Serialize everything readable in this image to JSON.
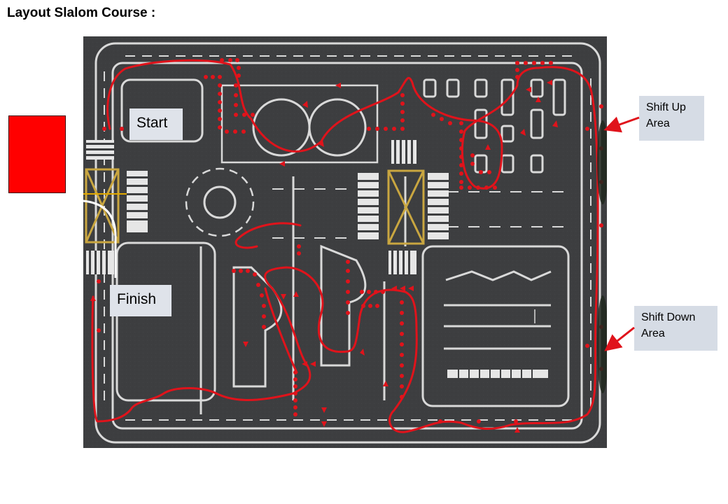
{
  "title": "Layout Slalom Course :",
  "labels": {
    "start": "Start",
    "finish": "Finish",
    "shift_up": [
      "Shift Up",
      "Area"
    ],
    "shift_down": [
      "Shift Down",
      "Area"
    ]
  },
  "colors": {
    "route": "#e0131b",
    "cone": "#e0131b",
    "asphalt": "#3e3f41",
    "marking": "#d9d9d9",
    "yellow_marking": "#c9a640",
    "swatch": "#ff0000",
    "label_bg": "#dfe3ea",
    "callout_bg": "#d6dce5"
  },
  "icons": [
    "red-swatch",
    "route-line",
    "cone-dots",
    "direction-arrows",
    "callout-arrow"
  ]
}
